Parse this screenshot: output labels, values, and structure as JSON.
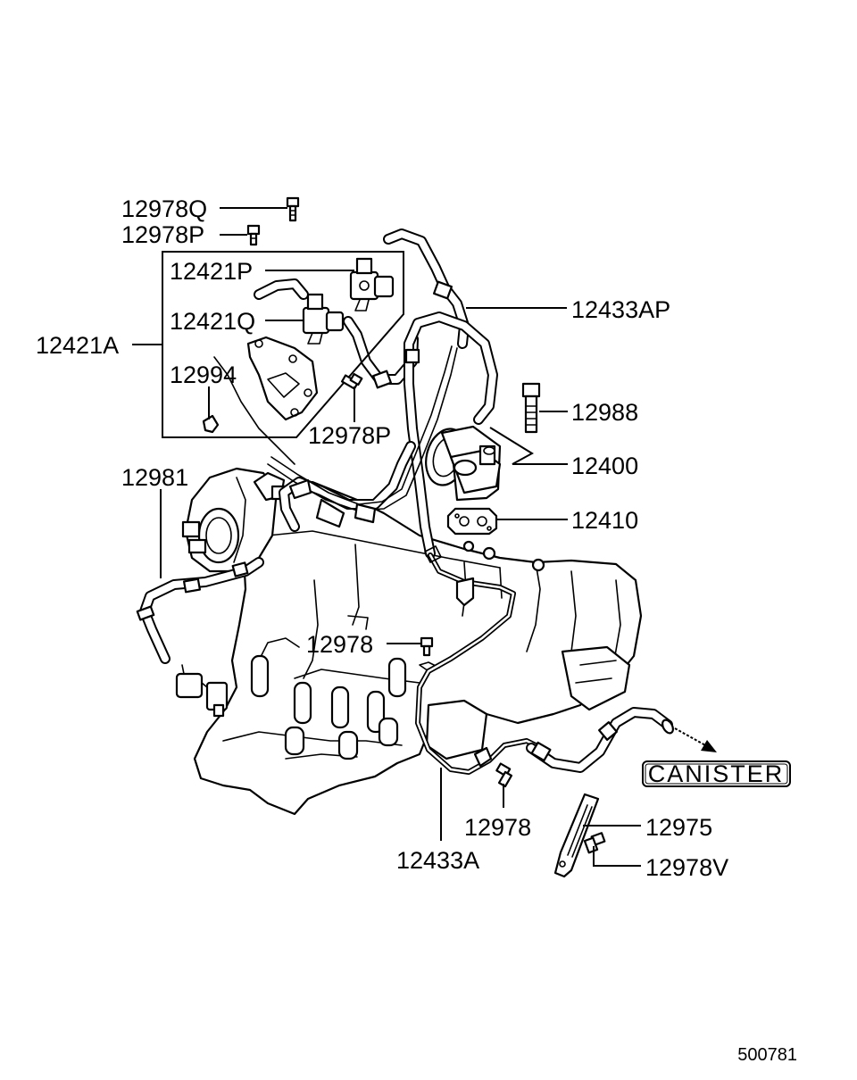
{
  "diagram": {
    "reference_number": "500781",
    "canister_label": "CANISTER",
    "callouts": {
      "p12978Q": "12978Q",
      "p12978P_top": "12978P",
      "p12421P": "12421P",
      "p12421Q": "12421Q",
      "p12421A": "12421A",
      "p12994": "12994",
      "p12978P_mid": "12978P",
      "p12433AP": "12433AP",
      "p12988": "12988",
      "p12400": "12400",
      "p12410": "12410",
      "p12981": "12981",
      "p12978_mid": "12978",
      "p12978_low": "12978",
      "p12433A": "12433A",
      "p12975": "12975",
      "p12978V": "12978V"
    }
  }
}
